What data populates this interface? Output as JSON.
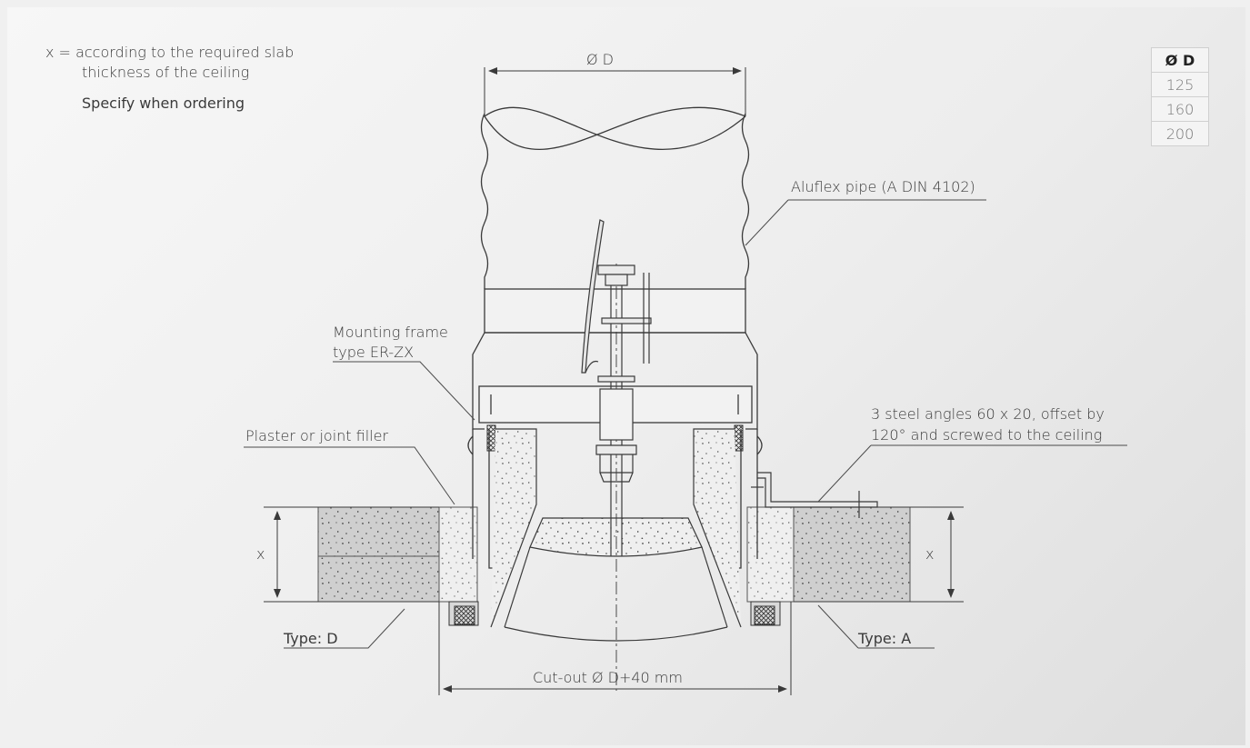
{
  "notes": {
    "x_prefix": "x =",
    "x_line1": "according to the required slab",
    "x_line2": "thickness of the ceiling",
    "specify": "Specify when ordering"
  },
  "table": {
    "header": "Ø D",
    "rows": [
      "125",
      "160",
      "200"
    ]
  },
  "labels": {
    "diameter": "Ø D",
    "pipe": "Aluflex pipe (A DIN 4102)",
    "frame_line1": "Mounting frame",
    "frame_line2": "type ER-ZX",
    "plaster": "Plaster or joint filler",
    "angles_line1": "3 steel angles 60 x 20, offset by",
    "angles_line2": "120° and screwed to the ceiling",
    "type_d": "Type: D",
    "type_a": "Type: A",
    "cutout": "Cut-out Ø D+40 mm",
    "x_left": "x",
    "x_right": "x"
  },
  "colors": {
    "line": "#3a3a3a",
    "slab": "#cfcfcf",
    "filler": "#efefef"
  }
}
